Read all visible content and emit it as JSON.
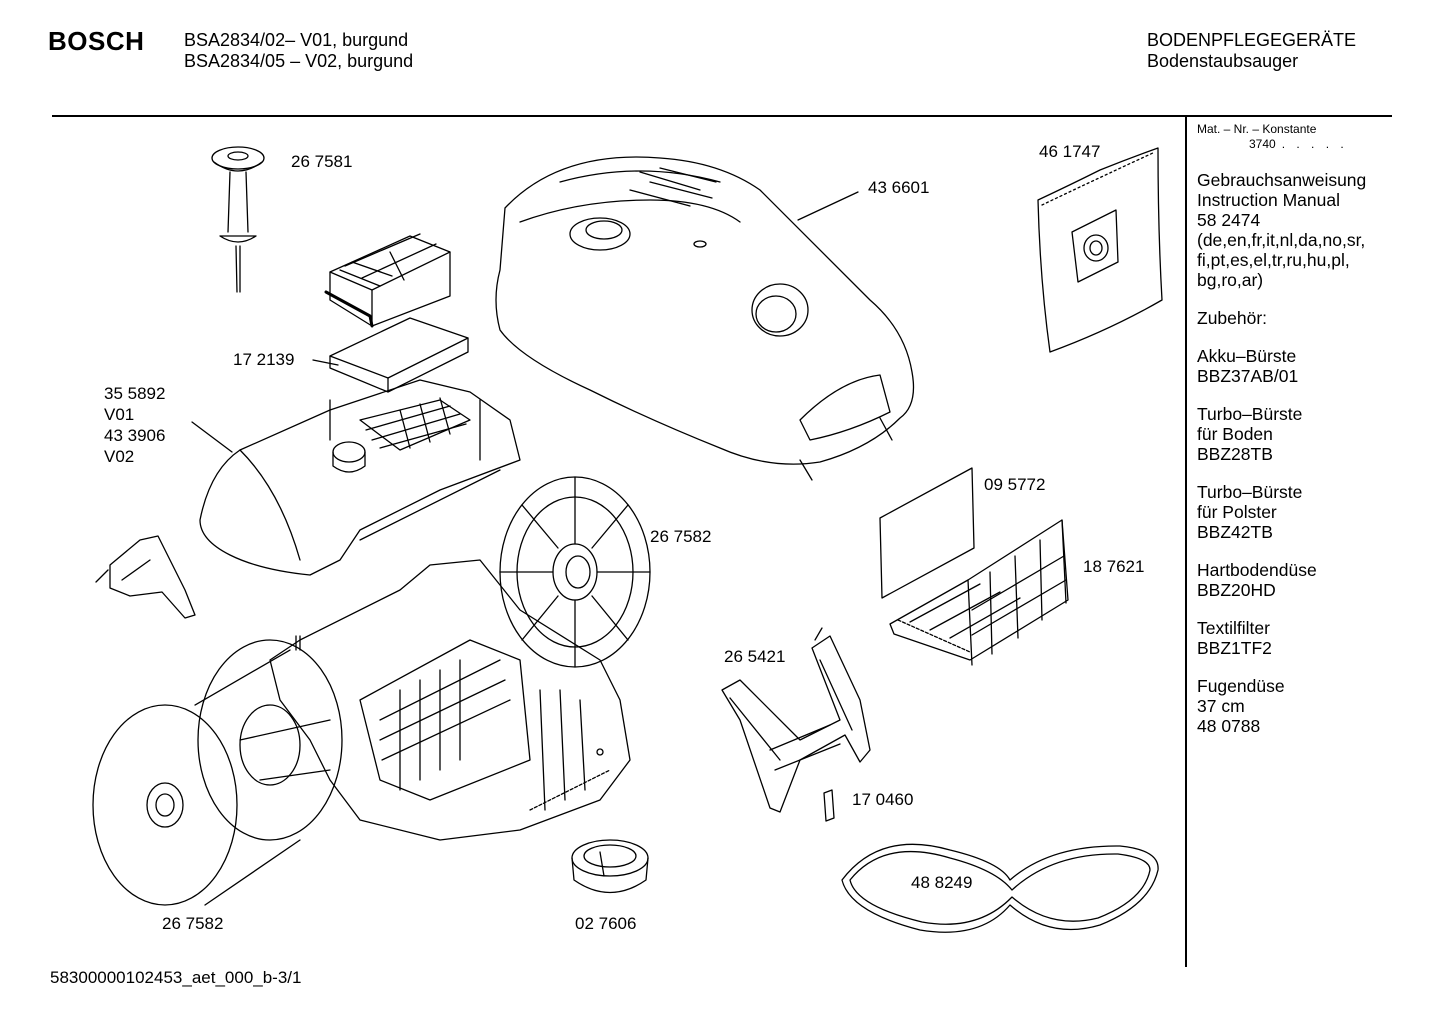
{
  "header": {
    "brand": "BOSCH",
    "models": [
      "BSA2834/02– V01, burgund",
      "BSA2834/05 – V02, burgund"
    ],
    "category": [
      "BODENPFLEGEGERÄTE",
      "Bodenstaubsauger"
    ]
  },
  "parts": [
    {
      "id": "p-267581",
      "lines": [
        "26 7581"
      ]
    },
    {
      "id": "p-436601",
      "lines": [
        "43 6601"
      ]
    },
    {
      "id": "p-461747",
      "lines": [
        "46 1747"
      ]
    },
    {
      "id": "p-172139",
      "lines": [
        "17 2139"
      ]
    },
    {
      "id": "p-355892",
      "lines": [
        "35 5892",
        "V01",
        "43 3906",
        "V02"
      ]
    },
    {
      "id": "p-095772",
      "lines": [
        "09 5772"
      ]
    },
    {
      "id": "p-267582a",
      "lines": [
        "26 7582"
      ]
    },
    {
      "id": "p-187621",
      "lines": [
        "18 7621"
      ]
    },
    {
      "id": "p-265421",
      "lines": [
        "26 5421"
      ]
    },
    {
      "id": "p-170460",
      "lines": [
        "17 0460"
      ]
    },
    {
      "id": "p-488249",
      "lines": [
        "48 8249"
      ]
    },
    {
      "id": "p-267582b",
      "lines": [
        "26 7582"
      ]
    },
    {
      "id": "p-027606",
      "lines": [
        "02 7606"
      ]
    }
  ],
  "sidebar": {
    "mat_title": "Mat. – Nr. – Konstante",
    "mat_value": "3740",
    "mat_dots": ". . . . .",
    "blocks": [
      [
        "Gebrauchsanweisung",
        "Instruction Manual",
        "58 2474",
        "(de,en,fr,it,nl,da,no,sr,",
        "fi,pt,es,el,tr,ru,hu,pl,",
        "bg,ro,ar)"
      ],
      [
        "Zubehör:"
      ],
      [
        "Akku–Bürste",
        "BBZ37AB/01"
      ],
      [
        "Turbo–Bürste",
        "für Boden",
        "BBZ28TB"
      ],
      [
        "Turbo–Bürste",
        "für Polster",
        "BBZ42TB"
      ],
      [
        "Hartbodendüse",
        "BBZ20HD"
      ],
      [
        "Textilfilter",
        "BBZ1TF2"
      ],
      [
        "Fugendüse",
        "37 cm",
        "48 0788"
      ]
    ]
  },
  "footer": {
    "code": "58300000102453_aet_000_b-3/1"
  }
}
